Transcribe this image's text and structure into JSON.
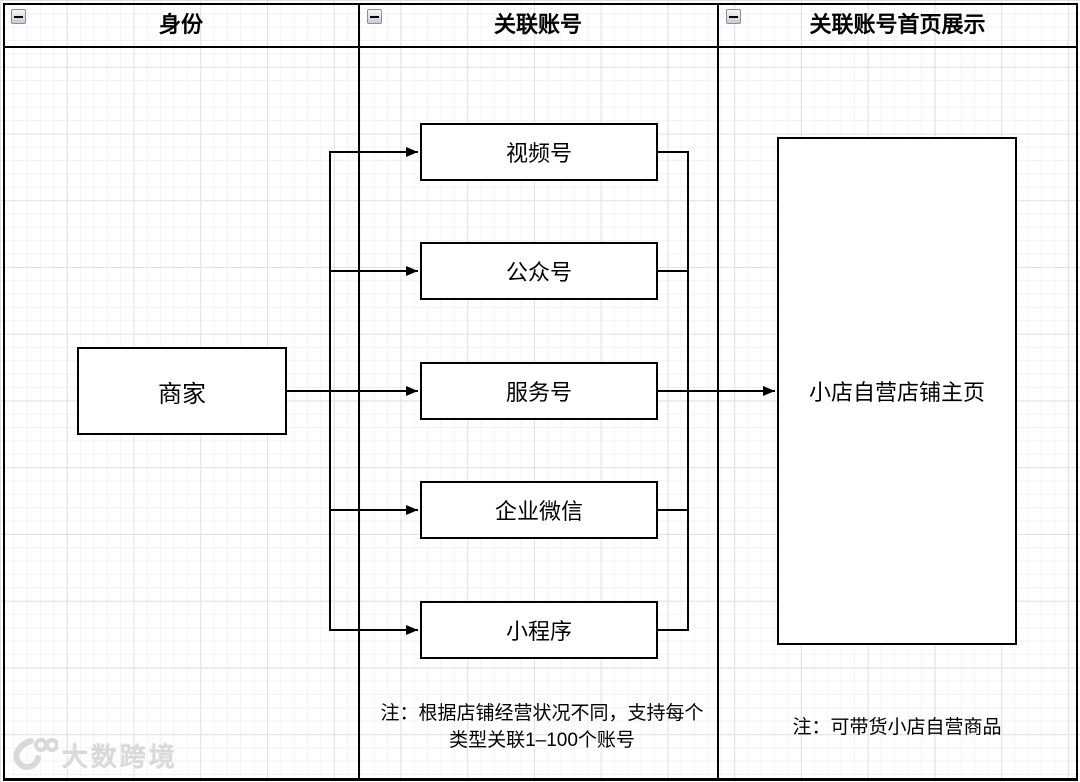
{
  "lanes": [
    {
      "title": "身份"
    },
    {
      "title": "关联账号"
    },
    {
      "title": "关联账号首页展示"
    }
  ],
  "nodes": {
    "merchant": "商家",
    "accounts": [
      "视频号",
      "公众号",
      "服务号",
      "企业微信",
      "小程序"
    ],
    "homepage": "小店自营店铺主页"
  },
  "notes": {
    "accounts_line1": "注：根据店铺经营状况不同，支持每个",
    "accounts_line2": "类型关联1–100个账号",
    "homepage": "注：可带货小店自营商品"
  },
  "watermark": {
    "brand": "大数跨境"
  },
  "icons": {
    "lane_collapse": "minus-square",
    "brand_logo": "10-100-swoosh"
  },
  "colors": {
    "line": "#000000",
    "node_fill": "#ffffff",
    "grid_minor": "#f3f3f3",
    "grid_major": "#e2e2e2",
    "watermark": "#d9d9d9"
  }
}
